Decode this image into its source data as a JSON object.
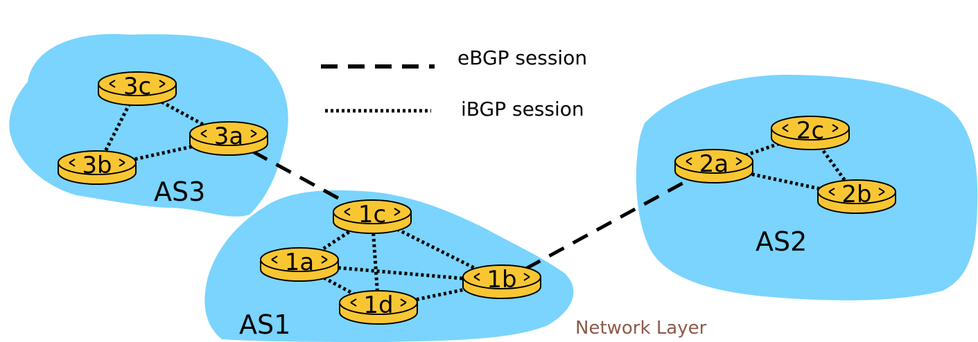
{
  "colors": {
    "as_cloud": "#7ad4fd",
    "router_fill": "#f9c633",
    "router_stroke": "#000000",
    "link": "#000000",
    "footer_text": "#8b5a4a"
  },
  "legend": {
    "ebgp_label": "eBGP session",
    "ibgp_label": "iBGP session"
  },
  "autonomous_systems": [
    {
      "id": "as3",
      "label": "AS3"
    },
    {
      "id": "as1",
      "label": "AS1"
    },
    {
      "id": "as2",
      "label": "AS2"
    }
  ],
  "routers": [
    {
      "id": "3c",
      "label": "3c",
      "as": "AS3"
    },
    {
      "id": "3a",
      "label": "3a",
      "as": "AS3"
    },
    {
      "id": "3b",
      "label": "3b",
      "as": "AS3"
    },
    {
      "id": "1c",
      "label": "1c",
      "as": "AS1"
    },
    {
      "id": "1a",
      "label": "1a",
      "as": "AS1"
    },
    {
      "id": "1b",
      "label": "1b",
      "as": "AS1"
    },
    {
      "id": "1d",
      "label": "1d",
      "as": "AS1"
    },
    {
      "id": "2c",
      "label": "2c",
      "as": "AS2"
    },
    {
      "id": "2a",
      "label": "2a",
      "as": "AS2"
    },
    {
      "id": "2b",
      "label": "2b",
      "as": "AS2"
    }
  ],
  "sessions": {
    "ebgp": [
      {
        "from": "3a",
        "to": "1c"
      },
      {
        "from": "1b",
        "to": "2a"
      }
    ],
    "ibgp": [
      {
        "from": "3c",
        "to": "3a"
      },
      {
        "from": "3c",
        "to": "3b"
      },
      {
        "from": "3b",
        "to": "3a"
      },
      {
        "from": "1c",
        "to": "1a"
      },
      {
        "from": "1c",
        "to": "1d"
      },
      {
        "from": "1c",
        "to": "1b"
      },
      {
        "from": "1a",
        "to": "1b"
      },
      {
        "from": "1a",
        "to": "1d"
      },
      {
        "from": "1d",
        "to": "1b"
      },
      {
        "from": "2a",
        "to": "2c"
      },
      {
        "from": "2a",
        "to": "2b"
      },
      {
        "from": "2c",
        "to": "2b"
      }
    ]
  },
  "footer": {
    "text": "Network Layer"
  }
}
